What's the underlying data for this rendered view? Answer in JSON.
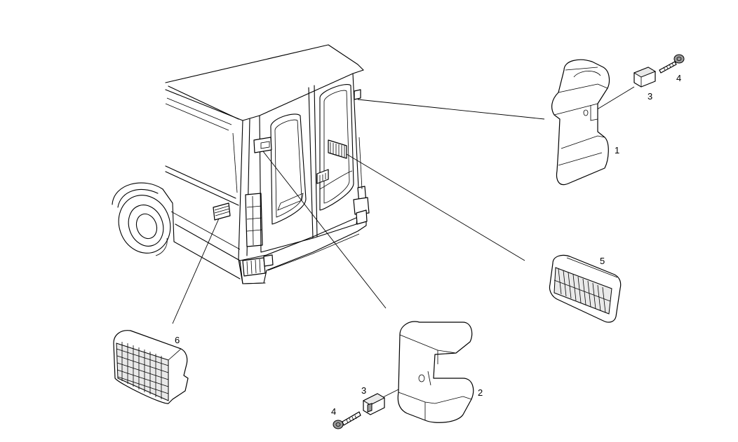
{
  "callouts": {
    "c1": "1",
    "c2": "2",
    "c3_top": "3",
    "c3_bottom": "3",
    "c4_top": "4",
    "c4_bottom": "4",
    "c5": "5",
    "c6": "6"
  }
}
